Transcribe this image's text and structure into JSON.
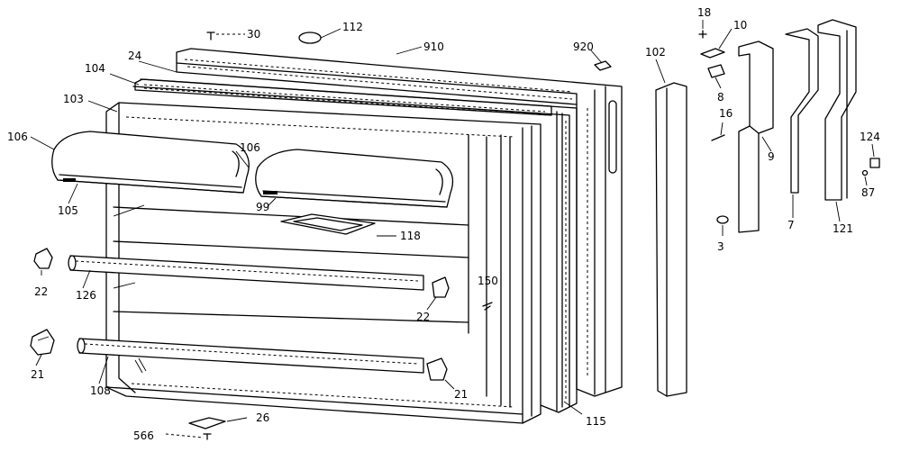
{
  "callouts": [
    {
      "id": "l30",
      "text": "30"
    },
    {
      "id": "l112",
      "text": "112"
    },
    {
      "id": "l910",
      "text": "910"
    },
    {
      "id": "l920",
      "text": "920"
    },
    {
      "id": "l24",
      "text": "24"
    },
    {
      "id": "l104",
      "text": "104"
    },
    {
      "id": "l103",
      "text": "103"
    },
    {
      "id": "l106a",
      "text": "106"
    },
    {
      "id": "l106b",
      "text": "106"
    },
    {
      "id": "l105",
      "text": "105"
    },
    {
      "id": "l99",
      "text": "99"
    },
    {
      "id": "l118",
      "text": "118"
    },
    {
      "id": "l22a",
      "text": "22"
    },
    {
      "id": "l126",
      "text": "126"
    },
    {
      "id": "l150",
      "text": "150"
    },
    {
      "id": "l22b",
      "text": "22"
    },
    {
      "id": "l21a",
      "text": "21"
    },
    {
      "id": "l108",
      "text": "108"
    },
    {
      "id": "l21b",
      "text": "21"
    },
    {
      "id": "l566",
      "text": "566"
    },
    {
      "id": "l26",
      "text": "26"
    },
    {
      "id": "l115",
      "text": "115"
    },
    {
      "id": "l102",
      "text": "102"
    },
    {
      "id": "l18",
      "text": "18"
    },
    {
      "id": "l10",
      "text": "10"
    },
    {
      "id": "l8",
      "text": "8"
    },
    {
      "id": "l16",
      "text": "16"
    },
    {
      "id": "l9",
      "text": "9"
    },
    {
      "id": "l3",
      "text": "3"
    },
    {
      "id": "l7",
      "text": "7"
    },
    {
      "id": "l121",
      "text": "121"
    },
    {
      "id": "l124",
      "text": "124"
    },
    {
      "id": "l87",
      "text": "87"
    }
  ]
}
